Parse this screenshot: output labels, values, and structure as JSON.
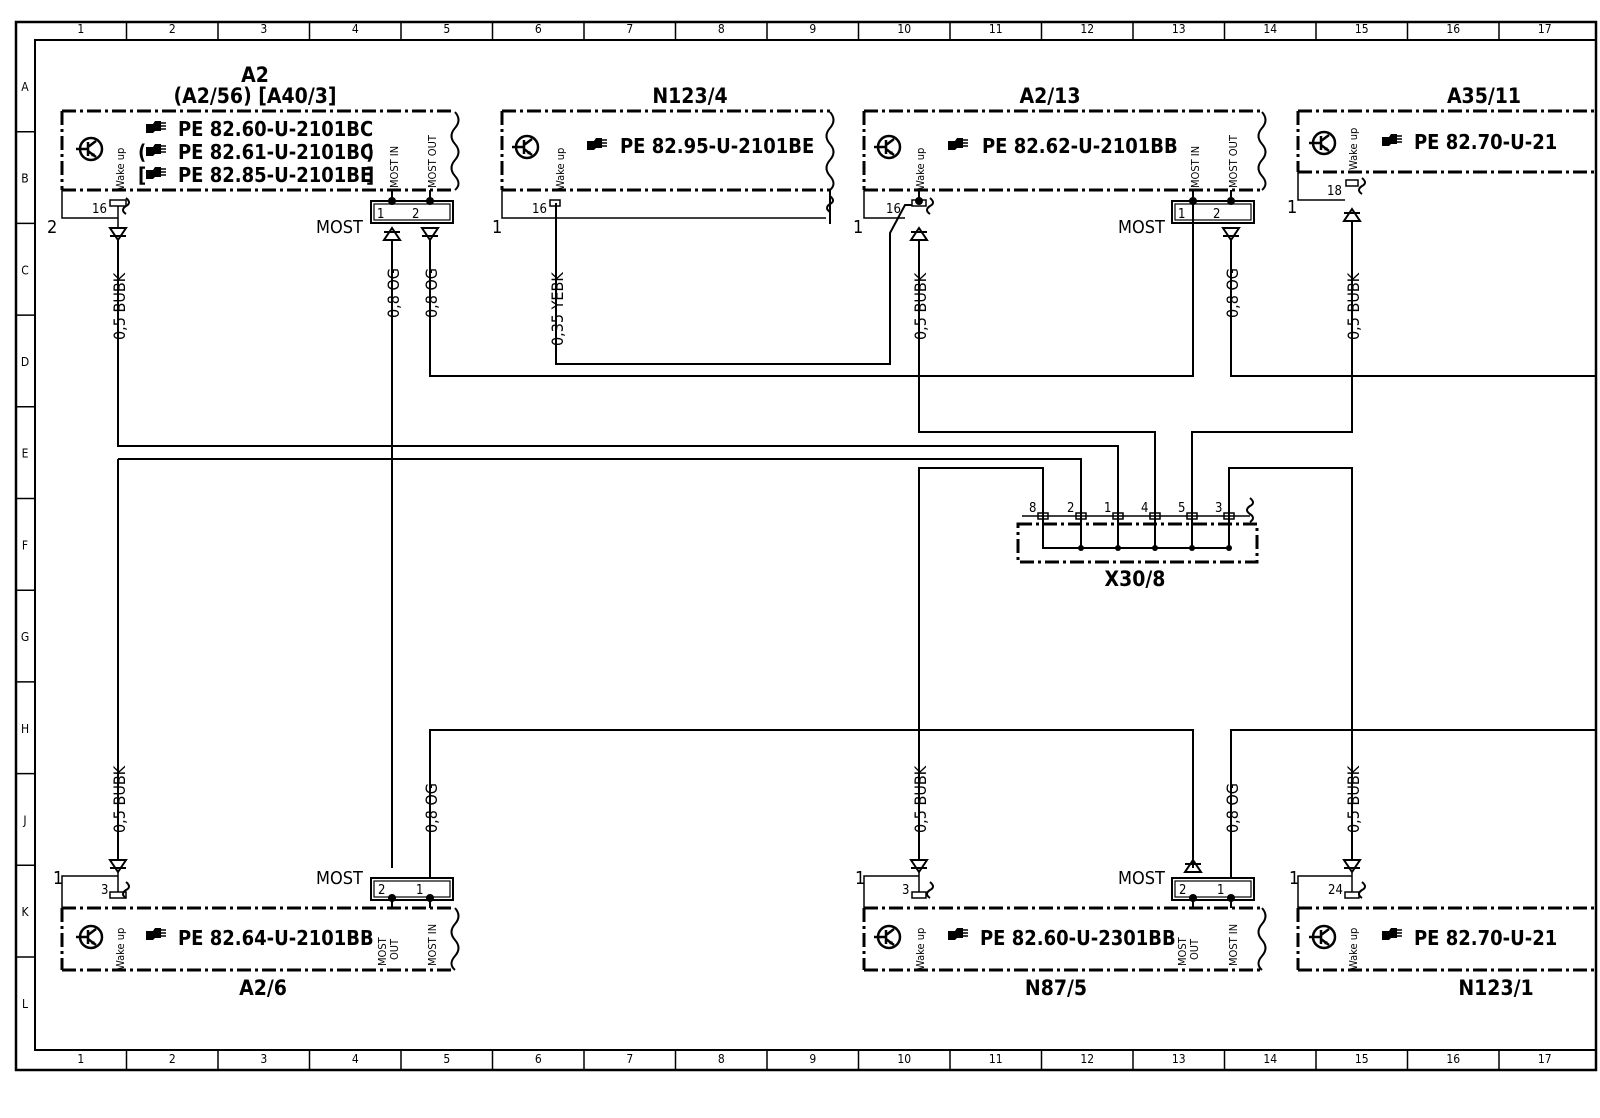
{
  "grid": {
    "columns": [
      "1",
      "2",
      "3",
      "4",
      "5",
      "6",
      "7",
      "8",
      "9",
      "10",
      "11",
      "12",
      "13",
      "14",
      "15",
      "16",
      "17"
    ],
    "rows": [
      "A",
      "B",
      "C",
      "D",
      "E",
      "F",
      "G",
      "H",
      "J",
      "K",
      "L"
    ]
  },
  "components": {
    "a2": {
      "label": "A2",
      "sublabel": "(A2/56) [A40/3]",
      "refs": [
        "PE 82.60-U-2101BC",
        "PE 82.61-U-2101BC",
        "PE 82.85-U-2101BE"
      ],
      "wake_pin": "16",
      "ground_pin": "2",
      "most_label": "MOST",
      "most_in": "MOST IN",
      "most_out": "MOST OUT",
      "most_pin_1": "1",
      "most_pin_2": "2"
    },
    "n123_4": {
      "label": "N123/4",
      "ref": "PE 82.95-U-2101BE",
      "wake_pin": "16",
      "ground_pin": "1"
    },
    "a2_13": {
      "label": "A2/13",
      "ref": "PE 82.62-U-2101BB",
      "wake_pin": "16",
      "ground_pin": "1",
      "most_label": "MOST",
      "most_in": "MOST IN",
      "most_out": "MOST OUT",
      "most_pin_1": "1",
      "most_pin_2": "2"
    },
    "a35_11": {
      "label": "A35/11",
      "ref": "PE 82.70-U-21",
      "wake_pin": "18",
      "ground_pin": "1"
    },
    "a2_6": {
      "label": "A2/6",
      "ref": "PE 82.64-U-2101BB",
      "wake_pin": "3",
      "ground_pin": "1",
      "most_label": "MOST",
      "most_out_a": "MOST",
      "most_out_b": "OUT",
      "most_in": "MOST IN",
      "most_pin_2": "2",
      "most_pin_1": "1"
    },
    "n87_5": {
      "label": "N87/5",
      "ref": "PE 82.60-U-2301BB",
      "wake_pin": "3",
      "ground_pin": "1",
      "most_label": "MOST",
      "most_out_a": "MOST",
      "most_out_b": "OUT",
      "most_in": "MOST IN",
      "most_pin_2": "2",
      "most_pin_1": "1"
    },
    "n123_1": {
      "label": "N123/1",
      "ref": "PE 82.70-U-21",
      "wake_pin": "24",
      "ground_pin": "1"
    },
    "x30_8": {
      "label": "X30/8",
      "pins": [
        "8",
        "2",
        "1",
        "4",
        "5",
        "3"
      ]
    }
  },
  "common": {
    "wake_up": "Wake up"
  },
  "wires": {
    "bubk_05": "0,5 BUBK",
    "og_08": "0,8 OG",
    "yebk_035": "0,35 YEBK"
  },
  "colors": {
    "ink": "#000000",
    "background": "#ffffff"
  }
}
